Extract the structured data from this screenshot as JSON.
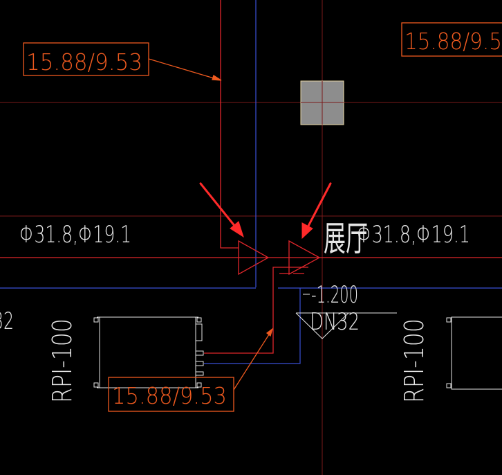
{
  "colors": {
    "background": "#000000",
    "pipe_red": "#e0262b",
    "grid_dark_red": "#7a1a1a",
    "blue": "#3a4fd6",
    "label_orange": "#ef5a1f",
    "white": "#e6e6e6",
    "arrow_red": "#ff2a2a",
    "column_fill": "#8d8d8d",
    "column_border": "#e9d8a6"
  },
  "labels": {
    "pipe_size_top_left": "15.88/9.53",
    "pipe_size_top_right": "15.88/9.5",
    "pipe_size_bottom": "15.88/9.53",
    "main_pipe_left": "Φ31.8,Φ19.1",
    "main_pipe_right": "Φ31.8,Φ19.1",
    "room_name": "展厅",
    "elevation": "-1.200",
    "drain_size": "DN32",
    "unit_model_left": "RPI-100",
    "unit_model_right": "RPI-100",
    "edge_fragment": "32"
  }
}
